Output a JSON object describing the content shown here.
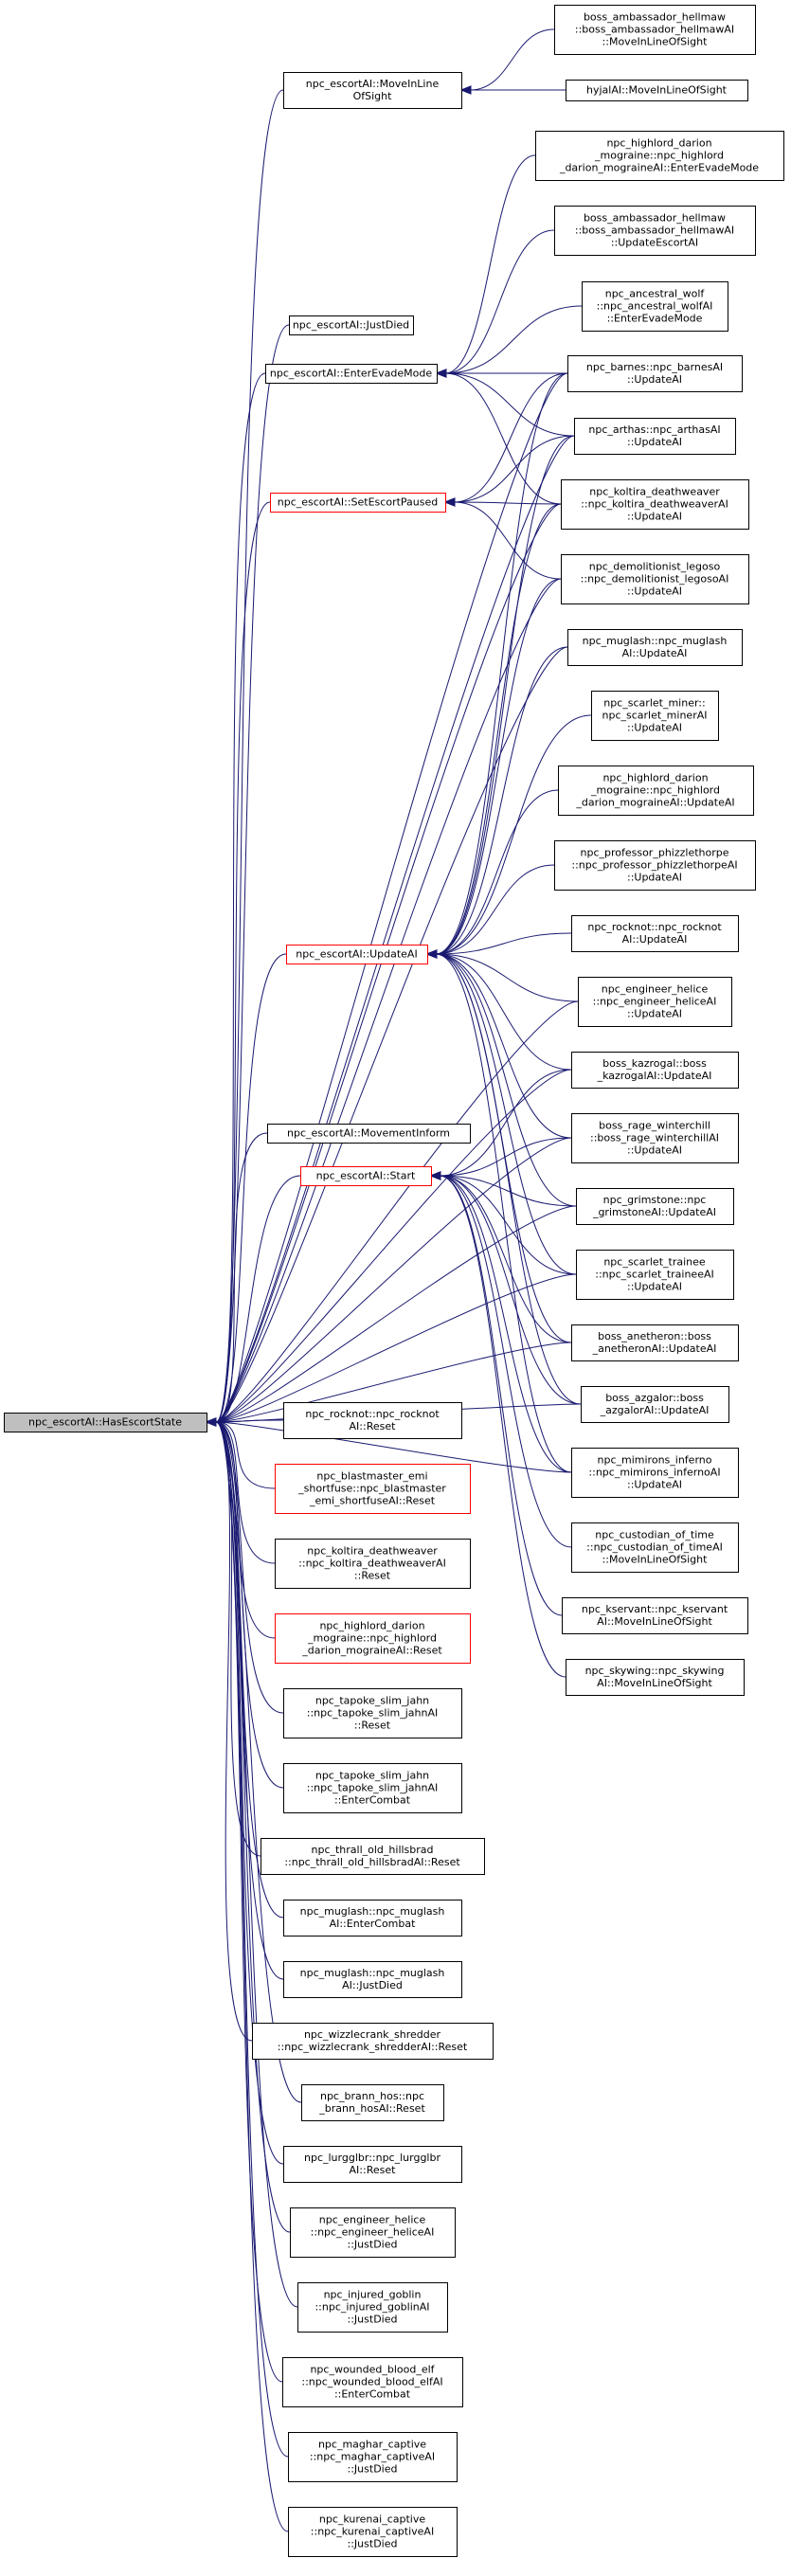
{
  "colors": {
    "edge": "#191970",
    "node_border": "#000000",
    "highlight_border": "#ff0000",
    "root_fill": "#bfbfbf"
  },
  "nodes": [
    {
      "id": "root",
      "lines": [
        "npc_escortAI::HasEscortState"
      ]
    },
    {
      "id": "moveinlos",
      "lines": [
        "npc_escortAI::MoveInLine",
        "OfSight"
      ]
    },
    {
      "id": "justdied",
      "lines": [
        "npc_escortAI::JustDied"
      ]
    },
    {
      "id": "entereva",
      "lines": [
        "npc_escortAI::EnterEvadeMode"
      ]
    },
    {
      "id": "setpaused",
      "lines": [
        "npc_escortAI::SetEscortPaused"
      ]
    },
    {
      "id": "updateai",
      "lines": [
        "npc_escortAI::UpdateAI"
      ]
    },
    {
      "id": "moveinform",
      "lines": [
        "npc_escortAI::MovementInform"
      ]
    },
    {
      "id": "start",
      "lines": [
        "npc_escortAI::Start"
      ]
    },
    {
      "id": "bah_mlos",
      "lines": [
        "boss_ambassador_hellmaw",
        "::boss_ambassador_hellmawAI",
        "::MoveInLineOfSight"
      ]
    },
    {
      "id": "hyjal_mlos",
      "lines": [
        "hyjalAI::MoveInLineOfSight"
      ]
    },
    {
      "id": "hdm_eva",
      "lines": [
        "npc_highlord_darion",
        "_mograine::npc_highlord",
        "_darion_mograineAI::EnterEvadeMode"
      ]
    },
    {
      "id": "bah_upd",
      "lines": [
        "boss_ambassador_hellmaw",
        "::boss_ambassador_hellmawAI",
        "::UpdateEscortAI"
      ]
    },
    {
      "id": "aw_eva",
      "lines": [
        "npc_ancestral_wolf",
        "::npc_ancestral_wolfAI",
        "::EnterEvadeMode"
      ]
    },
    {
      "id": "barnes",
      "lines": [
        "npc_barnes::npc_barnesAI",
        "::UpdateAI"
      ]
    },
    {
      "id": "arthas",
      "lines": [
        "npc_arthas::npc_arthasAI",
        "::UpdateAI"
      ]
    },
    {
      "id": "koltira_u",
      "lines": [
        "npc_koltira_deathweaver",
        "::npc_koltira_deathweaverAI",
        "::UpdateAI"
      ]
    },
    {
      "id": "legoso",
      "lines": [
        "npc_demolitionist_legoso",
        "::npc_demolitionist_legosoAI",
        "::UpdateAI"
      ]
    },
    {
      "id": "muglash_u",
      "lines": [
        "npc_muglash::npc_muglash",
        "AI::UpdateAI"
      ]
    },
    {
      "id": "scarlet_miner",
      "lines": [
        "npc_scarlet_miner::",
        "npc_scarlet_minerAI",
        "::UpdateAI"
      ]
    },
    {
      "id": "hdm_upd",
      "lines": [
        "npc_highlord_darion",
        "_mograine::npc_highlord",
        "_darion_mograineAI::UpdateAI"
      ]
    },
    {
      "id": "phizz",
      "lines": [
        "npc_professor_phizzlethorpe",
        "::npc_professor_phizzlethorpeAI",
        "::UpdateAI"
      ]
    },
    {
      "id": "rocknot_u",
      "lines": [
        "npc_rocknot::npc_rocknot",
        "AI::UpdateAI"
      ]
    },
    {
      "id": "helice_u",
      "lines": [
        "npc_engineer_helice",
        "::npc_engineer_heliceAI",
        "::UpdateAI"
      ]
    },
    {
      "id": "kazrogal",
      "lines": [
        "boss_kazrogal::boss",
        "_kazrogalAI::UpdateAI"
      ]
    },
    {
      "id": "winterchill",
      "lines": [
        "boss_rage_winterchill",
        "::boss_rage_winterchillAI",
        "::UpdateAI"
      ]
    },
    {
      "id": "grimstone",
      "lines": [
        "npc_grimstone::npc",
        "_grimstoneAI::UpdateAI"
      ]
    },
    {
      "id": "scarlet_trainee",
      "lines": [
        "npc_scarlet_trainee",
        "::npc_scarlet_traineeAI",
        "::UpdateAI"
      ]
    },
    {
      "id": "anetheron",
      "lines": [
        "boss_anetheron::boss",
        "_anetheronAI::UpdateAI"
      ]
    },
    {
      "id": "azgalor",
      "lines": [
        "boss_azgalor::boss",
        "_azgalorAI::UpdateAI"
      ]
    },
    {
      "id": "mimiron",
      "lines": [
        "npc_mimirons_inferno",
        "::npc_mimirons_infernoAI",
        "::UpdateAI"
      ]
    },
    {
      "id": "custodian",
      "lines": [
        "npc_custodian_of_time",
        "::npc_custodian_of_timeAI",
        "::MoveInLineOfSight"
      ]
    },
    {
      "id": "kservant",
      "lines": [
        "npc_kservant::npc_kservant",
        "AI::MoveInLineOfSight"
      ]
    },
    {
      "id": "skywing",
      "lines": [
        "npc_skywing::npc_skywing",
        "AI::MoveInLineOfSight"
      ]
    },
    {
      "id": "rocknot_r",
      "lines": [
        "npc_rocknot::npc_rocknot",
        "AI::Reset"
      ]
    },
    {
      "id": "blastmaster",
      "lines": [
        "npc_blastmaster_emi",
        "_shortfuse::npc_blastmaster",
        "_emi_shortfuseAI::Reset"
      ]
    },
    {
      "id": "koltira_r",
      "lines": [
        "npc_koltira_deathweaver",
        "::npc_koltira_deathweaverAI",
        "::Reset"
      ]
    },
    {
      "id": "hdm_r",
      "lines": [
        "npc_highlord_darion",
        "_mograine::npc_highlord",
        "_darion_mograineAI::Reset"
      ]
    },
    {
      "id": "tapoke_r",
      "lines": [
        "npc_tapoke_slim_jahn",
        "::npc_tapoke_slim_jahnAI",
        "::Reset"
      ]
    },
    {
      "id": "tapoke_ec",
      "lines": [
        "npc_tapoke_slim_jahn",
        "::npc_tapoke_slim_jahnAI",
        "::EnterCombat"
      ]
    },
    {
      "id": "thrall",
      "lines": [
        "npc_thrall_old_hillsbrad",
        "::npc_thrall_old_hillsbradAI::Reset"
      ]
    },
    {
      "id": "muglash_ec",
      "lines": [
        "npc_muglash::npc_muglash",
        "AI::EnterCombat"
      ]
    },
    {
      "id": "muglash_jd",
      "lines": [
        "npc_muglash::npc_muglash",
        "AI::JustDied"
      ]
    },
    {
      "id": "wizzlecrank",
      "lines": [
        "npc_wizzlecrank_shredder",
        "::npc_wizzlecrank_shredderAI::Reset"
      ]
    },
    {
      "id": "brann",
      "lines": [
        "npc_brann_hos::npc",
        "_brann_hosAI::Reset"
      ]
    },
    {
      "id": "lurgglbr",
      "lines": [
        "npc_lurgglbr::npc_lurgglbr",
        "AI::Reset"
      ]
    },
    {
      "id": "helice_jd",
      "lines": [
        "npc_engineer_helice",
        "::npc_engineer_heliceAI",
        "::JustDied"
      ]
    },
    {
      "id": "goblin",
      "lines": [
        "npc_injured_goblin",
        "::npc_injured_goblinAI",
        "::JustDied"
      ]
    },
    {
      "id": "woundedelf",
      "lines": [
        "npc_wounded_blood_elf",
        "::npc_wounded_blood_elfAI",
        "::EnterCombat"
      ]
    },
    {
      "id": "maghar",
      "lines": [
        "npc_maghar_captive",
        "::npc_maghar_captiveAI",
        "::JustDied"
      ]
    },
    {
      "id": "kurenai",
      "lines": [
        "npc_kurenai_captive",
        "::npc_kurenai_captiveAI",
        "::JustDied"
      ]
    }
  ],
  "edges": [
    [
      "moveinlos",
      "root"
    ],
    [
      "justdied",
      "root"
    ],
    [
      "entereva",
      "root"
    ],
    [
      "setpaused",
      "root"
    ],
    [
      "updateai",
      "root"
    ],
    [
      "moveinform",
      "root"
    ],
    [
      "start",
      "root"
    ],
    [
      "barnes",
      "root"
    ],
    [
      "arthas",
      "root"
    ],
    [
      "koltira_u",
      "root"
    ],
    [
      "legoso",
      "root"
    ],
    [
      "muglash_u",
      "root"
    ],
    [
      "helice_u",
      "root"
    ],
    [
      "kazrogal",
      "root"
    ],
    [
      "winterchill",
      "root"
    ],
    [
      "grimstone",
      "root"
    ],
    [
      "scarlet_trainee",
      "root"
    ],
    [
      "anetheron",
      "root"
    ],
    [
      "azgalor",
      "root"
    ],
    [
      "mimiron",
      "root"
    ],
    [
      "rocknot_r",
      "root"
    ],
    [
      "blastmaster",
      "root"
    ],
    [
      "koltira_r",
      "root"
    ],
    [
      "hdm_r",
      "root"
    ],
    [
      "tapoke_r",
      "root"
    ],
    [
      "tapoke_ec",
      "root"
    ],
    [
      "thrall",
      "root"
    ],
    [
      "muglash_ec",
      "root"
    ],
    [
      "muglash_jd",
      "root"
    ],
    [
      "wizzlecrank",
      "root"
    ],
    [
      "brann",
      "root"
    ],
    [
      "lurgglbr",
      "root"
    ],
    [
      "helice_jd",
      "root"
    ],
    [
      "goblin",
      "root"
    ],
    [
      "woundedelf",
      "root"
    ],
    [
      "maghar",
      "root"
    ],
    [
      "kurenai",
      "root"
    ],
    [
      "bah_mlos",
      "moveinlos"
    ],
    [
      "hyjal_mlos",
      "moveinlos"
    ],
    [
      "hdm_eva",
      "entereva"
    ],
    [
      "bah_upd",
      "entereva"
    ],
    [
      "aw_eva",
      "entereva"
    ],
    [
      "barnes",
      "entereva"
    ],
    [
      "arthas",
      "entereva"
    ],
    [
      "koltira_u",
      "entereva"
    ],
    [
      "barnes",
      "setpaused"
    ],
    [
      "arthas",
      "setpaused"
    ],
    [
      "koltira_u",
      "setpaused"
    ],
    [
      "legoso",
      "setpaused"
    ],
    [
      "barnes",
      "updateai"
    ],
    [
      "arthas",
      "updateai"
    ],
    [
      "koltira_u",
      "updateai"
    ],
    [
      "legoso",
      "updateai"
    ],
    [
      "muglash_u",
      "updateai"
    ],
    [
      "scarlet_miner",
      "updateai"
    ],
    [
      "hdm_upd",
      "updateai"
    ],
    [
      "phizz",
      "updateai"
    ],
    [
      "rocknot_u",
      "updateai"
    ],
    [
      "helice_u",
      "updateai"
    ],
    [
      "kazrogal",
      "updateai"
    ],
    [
      "winterchill",
      "updateai"
    ],
    [
      "grimstone",
      "updateai"
    ],
    [
      "scarlet_trainee",
      "updateai"
    ],
    [
      "anetheron",
      "updateai"
    ],
    [
      "azgalor",
      "updateai"
    ],
    [
      "mimiron",
      "updateai"
    ],
    [
      "kazrogal",
      "start"
    ],
    [
      "winterchill",
      "start"
    ],
    [
      "grimstone",
      "start"
    ],
    [
      "scarlet_trainee",
      "start"
    ],
    [
      "anetheron",
      "start"
    ],
    [
      "azgalor",
      "start"
    ],
    [
      "mimiron",
      "start"
    ],
    [
      "custodian",
      "start"
    ],
    [
      "kservant",
      "start"
    ],
    [
      "skywing",
      "start"
    ]
  ]
}
